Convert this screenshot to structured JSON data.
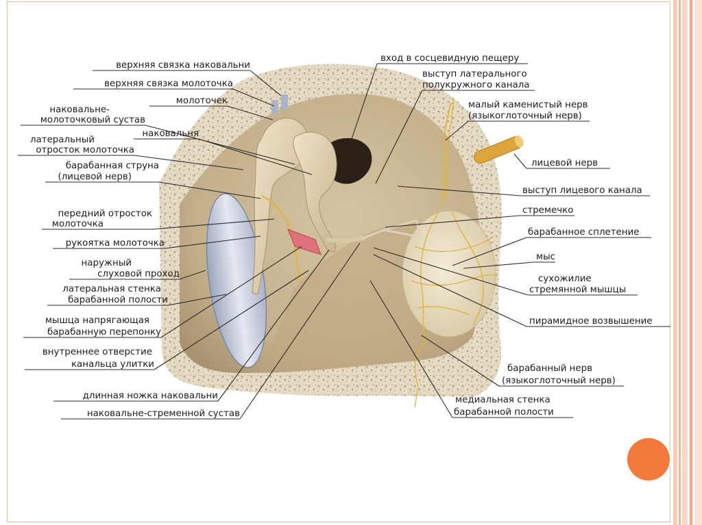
{
  "colors": {
    "accent": "#f47a3b",
    "stripes": "#f3b797",
    "bone": "#d8c8a8",
    "cavity": "#c9b693",
    "nerve": "#e0b440",
    "membrane": "#b9c3d6",
    "promontory": "#ece2c8"
  },
  "labels": {
    "left": [
      {
        "id": "superior-lig-incus",
        "lines": [
          "верхняя связка наковальни"
        ]
      },
      {
        "id": "superior-lig-malleus",
        "lines": [
          "верхняя связка молоточка"
        ]
      },
      {
        "id": "malleus",
        "lines": [
          "молоточек"
        ]
      },
      {
        "id": "incudomallear-joint",
        "lines": [
          "наковальне-",
          "молоточковый сустав"
        ]
      },
      {
        "id": "incus",
        "lines": [
          "наковальня"
        ]
      },
      {
        "id": "lateral-process-malleus",
        "lines": [
          "латеральный",
          "отросток молоточка"
        ]
      },
      {
        "id": "chorda-tympani",
        "lines": [
          "барабанная струна",
          "(лицевой нерв)"
        ]
      },
      {
        "id": "anterior-process-malleus",
        "lines": [
          "передний отросток",
          "молоточка"
        ]
      },
      {
        "id": "handle-malleus",
        "lines": [
          "рукоятка молоточка"
        ]
      },
      {
        "id": "external-meatus",
        "lines": [
          "наружный",
          "слуховой проход"
        ]
      },
      {
        "id": "lateral-wall",
        "lines": [
          "латеральная стенка",
          "барабанной полости"
        ]
      },
      {
        "id": "tensor-tympani",
        "lines": [
          "мышца напрягающая",
          "барабанную перепонку"
        ]
      },
      {
        "id": "internal-opening",
        "lines": [
          "внутреннее отверстие",
          "канальца улитки"
        ]
      },
      {
        "id": "long-limb-incus",
        "lines": [
          "длинная ножка наковальни"
        ]
      },
      {
        "id": "incudostapedial-joint",
        "lines": [
          "наковальне-стременной сустав"
        ]
      }
    ],
    "right": [
      {
        "id": "aditus",
        "lines": [
          "вход в сосцевидную пещеру"
        ]
      },
      {
        "id": "lateral-canal-prominence",
        "lines": [
          "выступ латерального",
          "полукружного канала"
        ]
      },
      {
        "id": "lesser-petrosal",
        "lines": [
          "малый каменистый нерв",
          "(языкоглоточный нерв)"
        ]
      },
      {
        "id": "facial-nerve",
        "lines": [
          "лицевой нерв"
        ]
      },
      {
        "id": "facial-canal-prominence",
        "lines": [
          "выступ лицевого канала"
        ]
      },
      {
        "id": "stapes",
        "lines": [
          "стремечко"
        ]
      },
      {
        "id": "tympanic-plexus",
        "lines": [
          "барабанное сплетение"
        ]
      },
      {
        "id": "promontory",
        "lines": [
          "мыс"
        ]
      },
      {
        "id": "stapedius-tendon",
        "lines": [
          "сухожилие",
          "стремянной мышцы"
        ]
      },
      {
        "id": "pyramidal-eminence",
        "lines": [
          "пирамидное возвышение"
        ]
      },
      {
        "id": "tympanic-nerve",
        "lines": [
          "барабанный нерв",
          "(языкоглоточный нерв)"
        ]
      },
      {
        "id": "medial-wall",
        "lines": [
          "медиальная стенка",
          "барабанной полости"
        ]
      }
    ]
  }
}
